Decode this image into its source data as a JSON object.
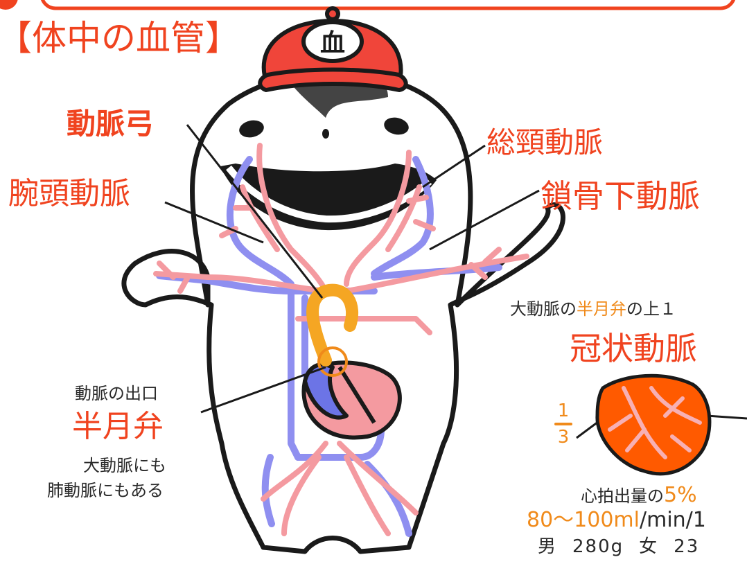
{
  "title": "【体中の血管】",
  "cap_text": "血",
  "labels": {
    "aortic_arch": "動脈弓",
    "brachiocephalic": "腕頭動脈",
    "common_carotid": "総頸動脈",
    "subclavian": "鎖骨下動脈"
  },
  "valve_note": {
    "exit": "動脈の出口",
    "name": "半月弁",
    "line1": "大動脈にも",
    "line2": "肺動脈にもある"
  },
  "coronary_note": {
    "above_prefix": "大動脈の",
    "above_highlight": "半月弁",
    "above_suffix": "の上１",
    "name": "冠状動脈",
    "fraction_num": "1",
    "fraction_den": "3",
    "cardiac_prefix": "心拍出量の",
    "cardiac_value": "5%",
    "flow_value": "80〜100ml",
    "flow_unit": "/min/1",
    "male_label": "男",
    "male_value": "280g",
    "female_label": "女",
    "female_value": "23"
  },
  "colors": {
    "accent_red": "#f0431f",
    "accent_orange": "#f08a1a",
    "artery_pink": "#f49aa0",
    "vein_blue": "#8f8ff0",
    "outline": "#1a1a1a"
  }
}
